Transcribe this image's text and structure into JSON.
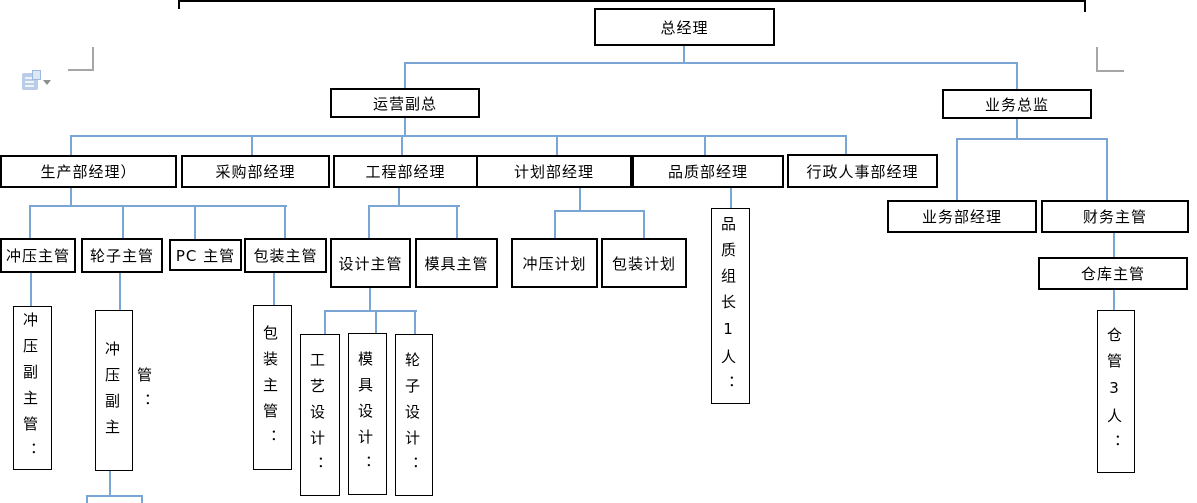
{
  "app": {
    "paste_options_icon": "paste-options-icon",
    "dropdown_arrow_icon": "chevron-down-icon"
  },
  "connector_color": "#7aa6d6",
  "border_color": "#000000",
  "org": {
    "gm": "总经理",
    "ops": "运营副总",
    "biz": "业务总监",
    "prod": "生产部经理）",
    "purch": "采购部经理",
    "eng": "工程部经理",
    "plan": "计划部经理",
    "qual": "品质部经理",
    "hr": "行政人事部经理",
    "stamp_sup": "冲压主管",
    "wheel_sup": "轮子主管",
    "pc_sup": "PC 主管",
    "pack_sup": "包装主管",
    "design_sup": "设计主管",
    "mold_sup": "模具主管",
    "stamp_plan": "冲压计划",
    "pack_plan": "包装计划",
    "biz_mgr": "业务部经理",
    "fin_sup": "财务主管",
    "wh_sup": "仓库主管",
    "stamp_deputy1": "冲压副主管：",
    "stamp_deputy2": "冲压副主管：",
    "pack_sup_v": "包装主管：",
    "craft_design": "工艺设计：",
    "mold_design": "模具设计：",
    "wheel_design": "轮子设计：",
    "qual_leader": "品质组长1人：",
    "wh_keeper": "仓管3人："
  }
}
